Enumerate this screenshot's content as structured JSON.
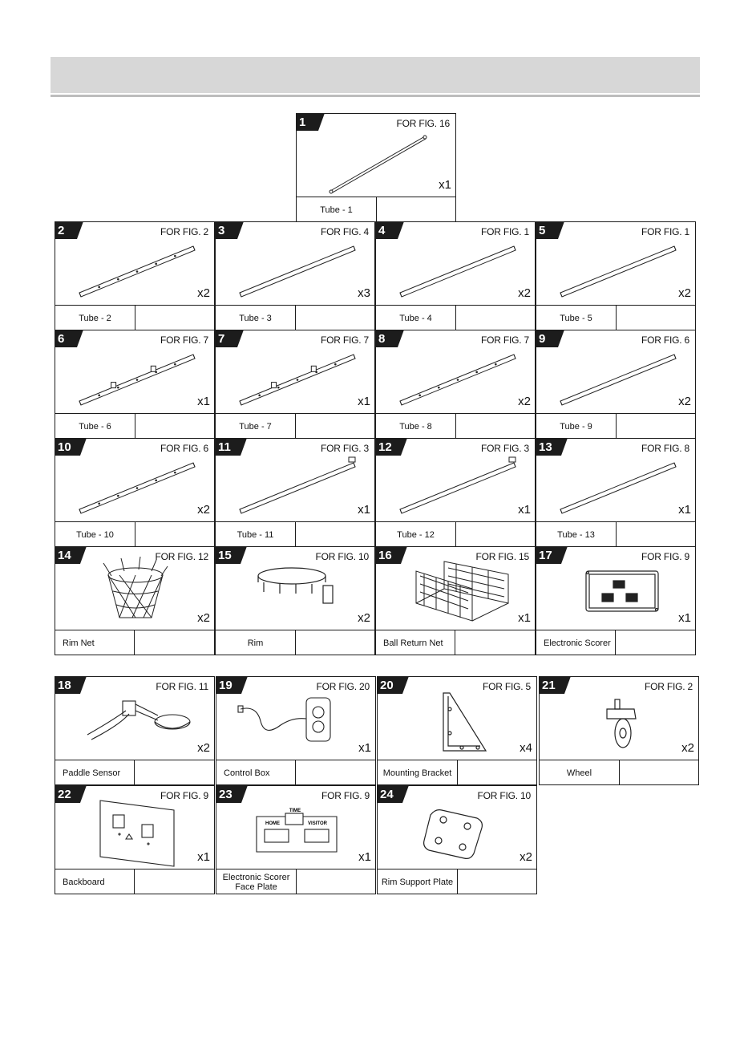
{
  "parts": [
    {
      "id": "1",
      "fig": "FOR FIG. 16",
      "qty": "x1",
      "name": "Tube - 1",
      "icon": "tube-icon"
    },
    {
      "id": "2",
      "fig": "FOR FIG. 2",
      "qty": "x2",
      "name": "Tube - 2",
      "icon": "tube-icon"
    },
    {
      "id": "3",
      "fig": "FOR FIG. 4",
      "qty": "x3",
      "name": "Tube - 3",
      "icon": "tube-icon"
    },
    {
      "id": "4",
      "fig": "FOR FIG. 1",
      "qty": "x2",
      "name": "Tube - 4",
      "icon": "tube-icon"
    },
    {
      "id": "5",
      "fig": "FOR FIG. 1",
      "qty": "x2",
      "name": "Tube - 5",
      "icon": "tube-icon"
    },
    {
      "id": "6",
      "fig": "FOR FIG. 7",
      "qty": "x1",
      "name": "Tube - 6",
      "icon": "tube-icon"
    },
    {
      "id": "7",
      "fig": "FOR FIG. 7",
      "qty": "x1",
      "name": "Tube - 7",
      "icon": "tube-icon"
    },
    {
      "id": "8",
      "fig": "FOR FIG. 7",
      "qty": "x2",
      "name": "Tube - 8",
      "icon": "tube-icon"
    },
    {
      "id": "9",
      "fig": "FOR FIG. 6",
      "qty": "x2",
      "name": "Tube - 9",
      "icon": "tube-icon"
    },
    {
      "id": "10",
      "fig": "FOR FIG. 6",
      "qty": "x2",
      "name": "Tube - 10",
      "icon": "tube-icon"
    },
    {
      "id": "11",
      "fig": "FOR FIG. 3",
      "qty": "x1",
      "name": "Tube - 11",
      "icon": "tube-icon"
    },
    {
      "id": "12",
      "fig": "FOR FIG. 3",
      "qty": "x1",
      "name": "Tube - 12",
      "icon": "tube-icon"
    },
    {
      "id": "13",
      "fig": "FOR FIG. 8",
      "qty": "x1",
      "name": "Tube - 13",
      "icon": "tube-icon"
    },
    {
      "id": "14",
      "fig": "FOR FIG. 12",
      "qty": "x2",
      "name": "Rim Net",
      "icon": "rim-net-icon"
    },
    {
      "id": "15",
      "fig": "FOR FIG. 10",
      "qty": "x2",
      "name": "Rim",
      "icon": "rim-icon"
    },
    {
      "id": "16",
      "fig": "FOR FIG. 15",
      "qty": "x1",
      "name": "Ball Return Net",
      "icon": "ball-return-net-icon"
    },
    {
      "id": "17",
      "fig": "FOR FIG. 9",
      "qty": "x1",
      "name": "Electronic Scorer",
      "icon": "electronic-scorer-icon"
    },
    {
      "id": "18",
      "fig": "FOR FIG. 11",
      "qty": "x2",
      "name": "Paddle Sensor",
      "icon": "paddle-sensor-icon"
    },
    {
      "id": "19",
      "fig": "FOR FIG. 20",
      "qty": "x1",
      "name": "Control Box",
      "icon": "control-box-icon"
    },
    {
      "id": "20",
      "fig": "FOR FIG. 5",
      "qty": "x4",
      "name": "Mounting Bracket",
      "icon": "mounting-bracket-icon"
    },
    {
      "id": "21",
      "fig": "FOR FIG. 2",
      "qty": "x2",
      "name": "Wheel",
      "icon": "wheel-icon"
    },
    {
      "id": "22",
      "fig": "FOR FIG. 9",
      "qty": "x1",
      "name": "Backboard",
      "icon": "backboard-icon"
    },
    {
      "id": "23",
      "fig": "FOR FIG. 9",
      "qty": "x1",
      "name": "Electronic Scorer Face Plate",
      "icon": "scorer-face-plate-icon",
      "face_labels": [
        "TIME",
        "HOME",
        "VISITOR"
      ]
    },
    {
      "id": "24",
      "fig": "FOR FIG. 10",
      "qty": "x2",
      "name": "Rim Support Plate",
      "icon": "rim-support-plate-icon"
    }
  ],
  "colors": {
    "header_bar": "#d7d7d7",
    "border": "#1c1c1c",
    "tab": "#1c1c1c"
  }
}
